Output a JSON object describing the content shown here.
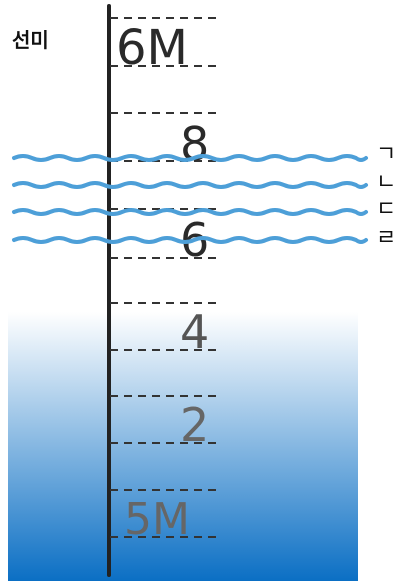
{
  "diagram": {
    "title": "선미",
    "draft_labels": {
      "top": "6M",
      "eight": "8",
      "six": "6",
      "four": "4",
      "two": "2",
      "bottom": "5M"
    },
    "waterline_labels": [
      "ㄱ",
      "ㄴ",
      "ㄷ",
      "ㄹ"
    ],
    "colors": {
      "wave": "#4d9fd8",
      "water_top": "#ffffff",
      "water_bottom": "#0b6fc4",
      "scale_line": "#222222",
      "tick": "#333333",
      "label_upper": "#2a2a2a",
      "label_lower": "#666666"
    }
  }
}
